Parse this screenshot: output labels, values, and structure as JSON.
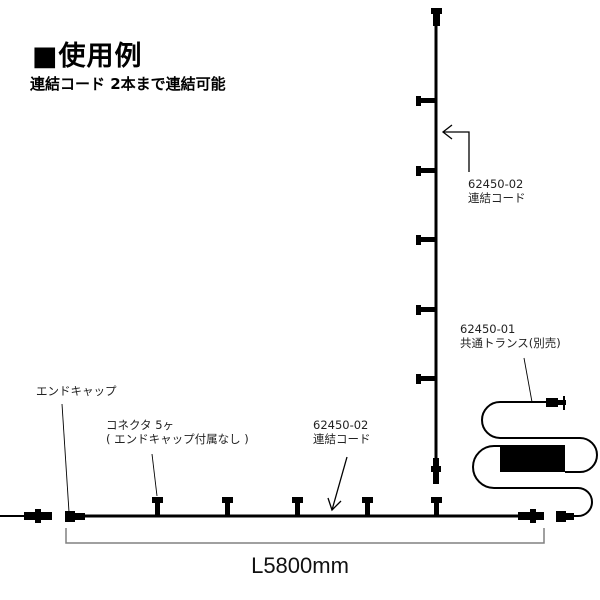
{
  "header": {
    "title": "■使用例",
    "subtitle": "連結コード 2本まで連結可能"
  },
  "labels": {
    "vertical_cord": {
      "part_no": "62450-02",
      "name": "連結コード"
    },
    "transformer": {
      "part_no": "62450-01",
      "name": "共通トランス(別売)"
    },
    "end_cap": {
      "name": "エンドキャップ"
    },
    "connectors": {
      "line1": "コネクタ 5ヶ",
      "line2": "( エンドキャップ付属なし )"
    },
    "horizontal_cord": {
      "part_no": "62450-02",
      "name": "連結コード"
    }
  },
  "dimension": {
    "label": "L5800mm"
  },
  "colors": {
    "line": "#000000",
    "dimension_line": "#808080",
    "background": "#ffffff"
  }
}
